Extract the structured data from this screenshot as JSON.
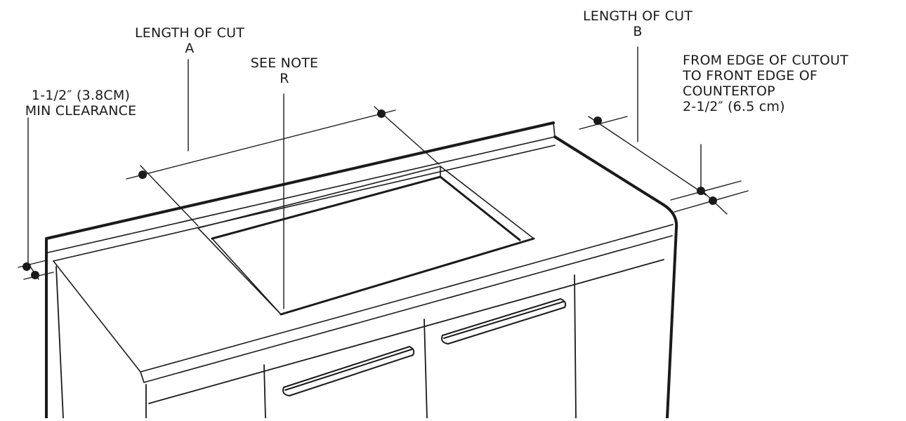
{
  "callouts": {
    "length_a": {
      "line1": "LENGTH OF CUT",
      "line2": "A"
    },
    "see_note": {
      "line1": "SEE NOTE",
      "line2": "R"
    },
    "length_b": {
      "line1": "LENGTH OF CUT",
      "line2": "B"
    },
    "clearance": {
      "line1": "1-1/2″ (3.8CM)",
      "line2": "MIN CLEARANCE"
    },
    "front_edge": {
      "line1": "FROM EDGE OF CUTOUT",
      "line2": "TO FRONT EDGE OF",
      "line3": "COUNTERTOP",
      "line4": "2-1/2″ (6.5 cm)"
    }
  },
  "colors": {
    "ink": "#1a1a1a",
    "background": "#ffffff"
  }
}
